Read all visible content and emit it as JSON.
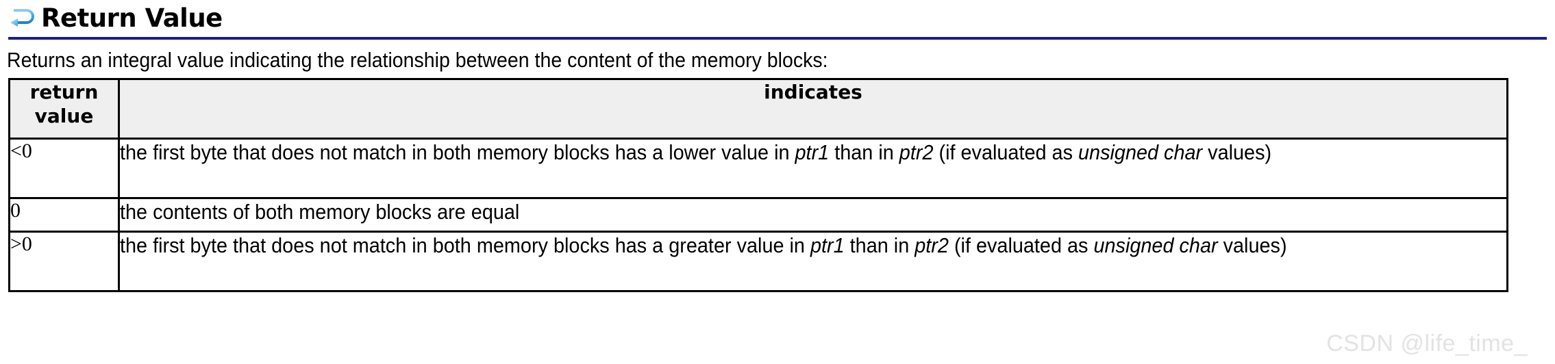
{
  "header": {
    "icon": "return-arrow-icon",
    "title": "Return Value",
    "rule_color": "#1c1c8f",
    "icon_color": "#3a9ae0"
  },
  "intro": {
    "text": "Returns an integral value indicating the relationship between the content of the memory blocks:"
  },
  "table": {
    "header_bg": "#efefef",
    "border_color": "#000000",
    "columns": [
      {
        "key": "return_value",
        "label_line1": "return",
        "label_line2": "value"
      },
      {
        "key": "indicates",
        "label": "indicates"
      }
    ],
    "rows": [
      {
        "return_value": "<0",
        "indicates_parts": [
          {
            "text": "the first byte that does not match in both memory blocks has a lower value in ",
            "italic": false
          },
          {
            "text": "ptr1",
            "italic": true
          },
          {
            "text": " than in ",
            "italic": false
          },
          {
            "text": "ptr2",
            "italic": true
          },
          {
            "text": " (if evaluated as ",
            "italic": false
          },
          {
            "text": "unsigned char",
            "italic": true
          },
          {
            "text": " values)",
            "italic": false
          }
        ]
      },
      {
        "return_value": "0",
        "indicates_parts": [
          {
            "text": "the contents of both memory blocks are equal",
            "italic": false
          }
        ]
      },
      {
        "return_value": ">0",
        "indicates_parts": [
          {
            "text": "the first byte that does not match in both memory blocks has a greater value in ",
            "italic": false
          },
          {
            "text": "ptr1",
            "italic": true
          },
          {
            "text": " than in ",
            "italic": false
          },
          {
            "text": "ptr2",
            "italic": true
          },
          {
            "text": " (if evaluated as ",
            "italic": false
          },
          {
            "text": "unsigned char",
            "italic": true
          },
          {
            "text": " values)",
            "italic": false
          }
        ]
      }
    ]
  },
  "watermark": {
    "text": "CSDN @life_time_"
  }
}
